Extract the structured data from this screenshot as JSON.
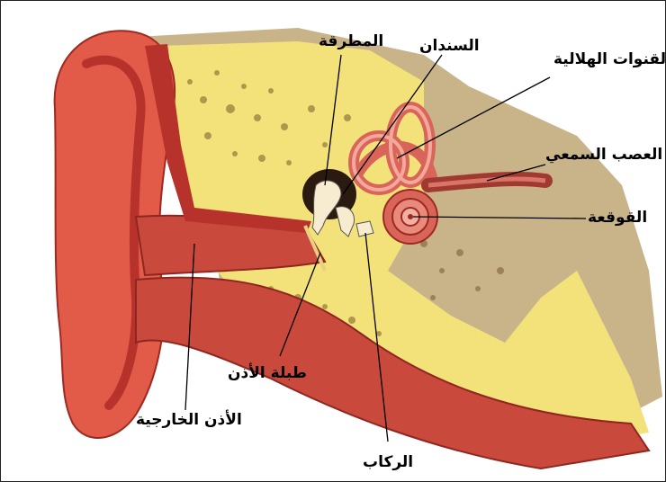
{
  "labels": {
    "hammer": "المطرقة",
    "anvil": "السندان",
    "semicircular_canals": "لقنوات الهلالية",
    "auditory_nerve": "العصب السمعي",
    "cochlea": "القوقعة",
    "eardrum": "طبلة الأذن",
    "outer_ear": "الأذن الخارجية",
    "stirrup": "الركاب"
  },
  "colors": {
    "skin": "#e25a48",
    "skin_dark": "#b8322c",
    "tissue": "#c94a3c",
    "bone_yellow": "#f3e27a",
    "bone_pale": "#f7ec9f",
    "background_tan": "#c9b48a",
    "line": "#000000"
  }
}
